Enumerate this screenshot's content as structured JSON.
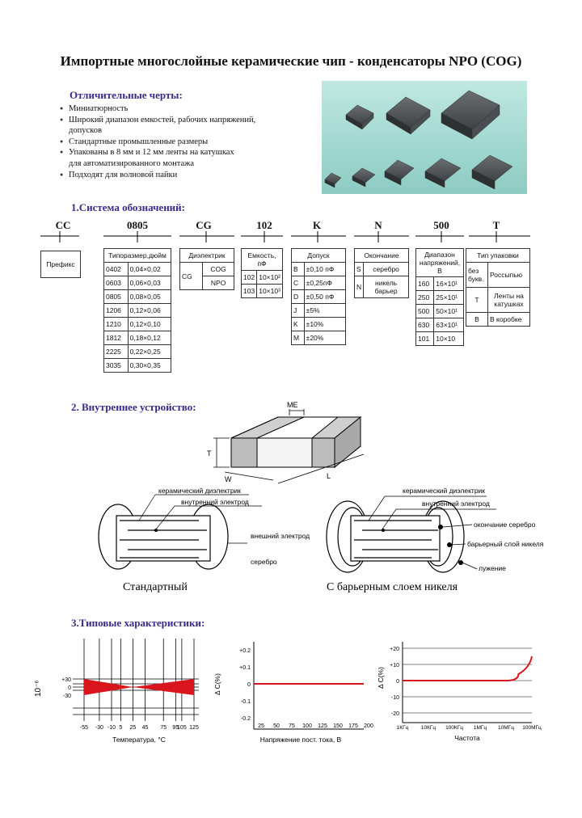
{
  "title": "Импортные многослойные керамические чип - конденсаторы NPO (COG)",
  "features": {
    "heading": "Отличительные черты:",
    "items": [
      {
        "text": "Миниатюрность",
        "bullet": true
      },
      {
        "text": "Широкий диапазон емкостей, рабочих напряжений,",
        "bullet": true
      },
      {
        "text": "допусков",
        "bullet": false
      },
      {
        "text": "Стандартные промышленные размеры",
        "bullet": true
      },
      {
        "text": "Упакованы в 8 мм и 12 мм ленты на катушках",
        "bullet": true
      },
      {
        "text": "для автоматизированного монтажа",
        "bullet": false
      },
      {
        "text": "Подходят для волновой пайки",
        "bullet": true
      }
    ]
  },
  "designation": {
    "heading": "1.Система обозначений:",
    "codes": [
      "CC",
      "0805",
      "CG",
      "102",
      "K",
      "N",
      "500",
      "T"
    ],
    "prefix": "Префикс",
    "size": {
      "header": "Типоразмер,дюйм",
      "rows": [
        [
          "0402",
          "0,04×0,02"
        ],
        [
          "0603",
          "0,06×0,03"
        ],
        [
          "0805",
          "0,08×0,05"
        ],
        [
          "1206",
          "0,12×0,06"
        ],
        [
          "1210",
          "0,12×0,10"
        ],
        [
          "1812",
          "0,18×0,12"
        ],
        [
          "2225",
          "0,22×0,25"
        ],
        [
          "3035",
          "0,30×0,35"
        ]
      ]
    },
    "dielectric": {
      "header": "Диэлектрик",
      "code": "CG",
      "rows": [
        "COG",
        "NPO"
      ]
    },
    "capacitance": {
      "header": "Емкость, пФ",
      "rows": [
        [
          "102",
          "10×10²"
        ],
        [
          "103",
          "10×10³"
        ]
      ]
    },
    "tolerance": {
      "header": "Допуск",
      "rows": [
        [
          "B",
          "±0,10 пФ"
        ],
        [
          "C",
          "±0,25пФ"
        ],
        [
          "D",
          "±0,50 пФ"
        ],
        [
          "J",
          "±5%"
        ],
        [
          "K",
          "±10%"
        ],
        [
          "M",
          "±20%"
        ]
      ]
    },
    "termination": {
      "header": "Окончание",
      "rows": [
        [
          "S",
          "серебро"
        ],
        [
          "N",
          "никель барьер"
        ]
      ]
    },
    "voltage": {
      "header": "Диапазон напряжений, В",
      "rows": [
        [
          "160",
          "16×10¹"
        ],
        [
          "250",
          "25×10¹"
        ],
        [
          "500",
          "50×10¹"
        ],
        [
          "630",
          "63×10¹"
        ],
        [
          "101",
          "10×10"
        ]
      ]
    },
    "packaging": {
      "header": "Тип упаковки",
      "rows": [
        [
          "без букв.",
          "Россыпью"
        ],
        [
          "T",
          "Ленты на катушках"
        ],
        [
          "B",
          "В коробке"
        ]
      ]
    }
  },
  "structure": {
    "heading": "2. Внутреннее устройство:",
    "dims": {
      "me": "ME",
      "t": "T",
      "w": "W",
      "l": "L"
    },
    "left": {
      "dielectric": "керамический диэлектрик",
      "inner": "внутренний электрод",
      "outer": "внешний электрод",
      "silver": "серебро",
      "caption": "Стандартный"
    },
    "right": {
      "dielectric": "керамический диэлектрик",
      "inner": "внутренний электрод",
      "finish": "окончание серебро",
      "barrier": "барьерный слой никеля",
      "tin": "лужение",
      "caption": "С барьерным слоем никеля"
    }
  },
  "charts_heading": "3.Типовые характеристики:",
  "chart_data": [
    {
      "type": "area",
      "title": "",
      "xlabel": "Температура, °С",
      "ylabel": "10⁻⁶",
      "x_ticks": [
        "-55",
        "-30",
        "-10",
        "5",
        "25",
        "45",
        "75",
        "95",
        "105",
        "125"
      ],
      "y_ticks": [
        "+30",
        "0",
        "-30"
      ],
      "series": [
        {
          "x": [
            -55,
            25,
            125
          ],
          "upper": [
            30,
            0,
            30
          ],
          "lower": [
            -30,
            0,
            -30
          ]
        }
      ],
      "color": "#d9141c"
    },
    {
      "type": "line",
      "title": "",
      "xlabel": "Напряжение пост. тока, В",
      "ylabel": "Δ С(%)",
      "x_ticks": [
        "25",
        "50",
        "75",
        "100",
        "125",
        "150",
        "175",
        "200"
      ],
      "y_ticks": [
        "+0.2",
        "+0.1",
        "0",
        "-0.1",
        "-0.2"
      ],
      "ylim": [
        -0.2,
        0.2
      ],
      "series": [
        {
          "x": [
            0,
            200
          ],
          "y": [
            0,
            0
          ]
        }
      ],
      "color": "#d9141c"
    },
    {
      "type": "line",
      "title": "",
      "xlabel": "Частота",
      "ylabel": "Δ С(%)",
      "x_ticks": [
        "1КГц",
        "10КГц",
        "100КГц",
        "1МГц",
        "10МГц",
        "100МГц"
      ],
      "y_ticks": [
        "+20",
        "+10",
        "0",
        "-10",
        "-20"
      ],
      "ylim": [
        -20,
        20
      ],
      "series": [
        {
          "x": [
            "1КГц",
            "1МГц",
            "10МГц",
            "30МГц",
            "100МГц"
          ],
          "y": [
            0,
            0,
            0,
            4,
            15
          ]
        }
      ],
      "color": "#d9141c"
    }
  ]
}
